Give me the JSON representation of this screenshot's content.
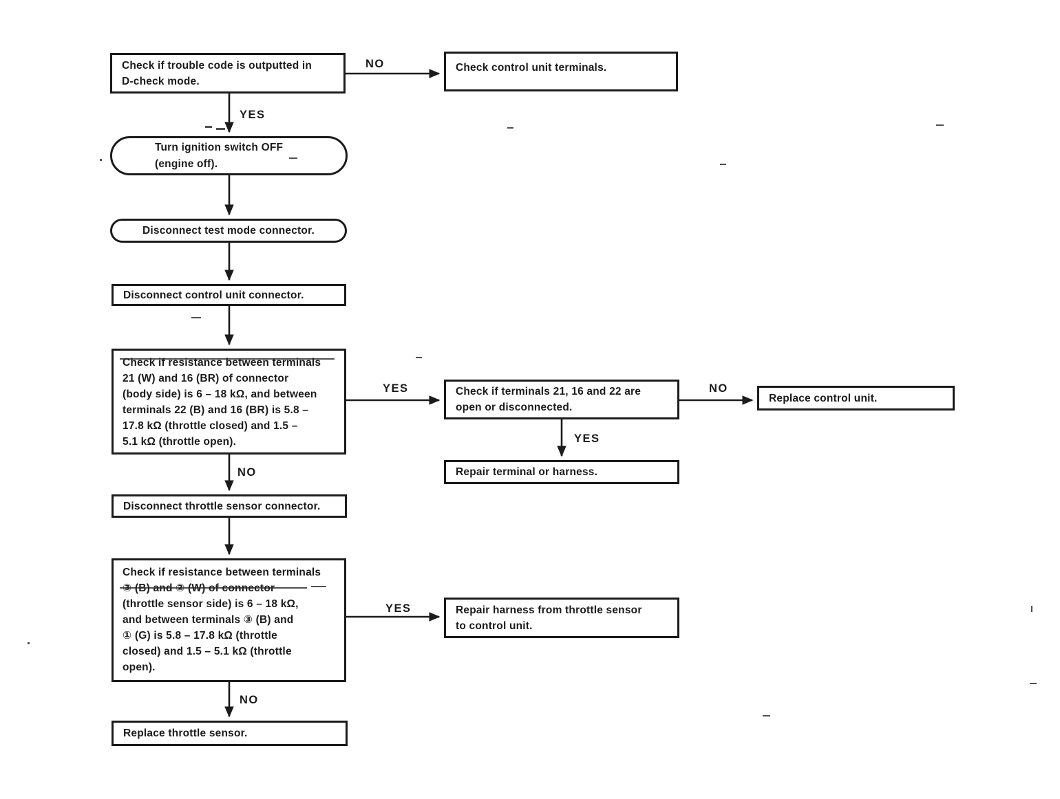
{
  "colors": {
    "ink": "#1b1b1b",
    "paper": "#ffffff"
  },
  "flowchart": {
    "nodes": {
      "trouble_code": "Check if trouble code is outputted in\nD-check mode.",
      "check_cu_terminals": "Check control unit terminals.",
      "ignition_off": "Turn ignition switch OFF\n(engine off).",
      "disconnect_test_mode": "Disconnect test mode connector.",
      "disconnect_cu_connector": "Disconnect control unit connector.",
      "resistance_body_side": "Check if resistance between terminals\n21 (W) and 16 (BR) of connector\n(body side) is 6 – 18 kΩ, and between\nterminals 22 (B) and 16 (BR) is 5.8 –\n17.8 kΩ (throttle closed) and 1.5 –\n5.1 kΩ (throttle open).",
      "terminals_open": "Check if terminals 21, 16 and 22 are\nopen or disconnected.",
      "replace_cu": "Replace control unit.",
      "repair_terminal": "Repair terminal or harness.",
      "disconnect_throttle": "Disconnect throttle sensor connector.",
      "resistance_throttle_side": "Check if resistance between terminals\n③ (B) and ② (W) of connector\n(throttle sensor side) is 6 – 18 kΩ,\nand between terminals ③ (B) and\n① (G) is 5.8 – 17.8 kΩ (throttle\nclosed) and 1.5 – 5.1 kΩ (throttle\nopen).",
      "repair_harness": "Repair harness from throttle sensor\nto control unit.",
      "replace_throttle": "Replace throttle sensor."
    },
    "labels": {
      "no_trouble": "NO",
      "yes_trouble": "YES",
      "yes_resistance_body": "YES",
      "no_terminals": "NO",
      "yes_terminals": "YES",
      "no_resistance_body": "NO",
      "yes_resistance_throttle": "YES",
      "no_resistance_throttle": "NO"
    }
  }
}
